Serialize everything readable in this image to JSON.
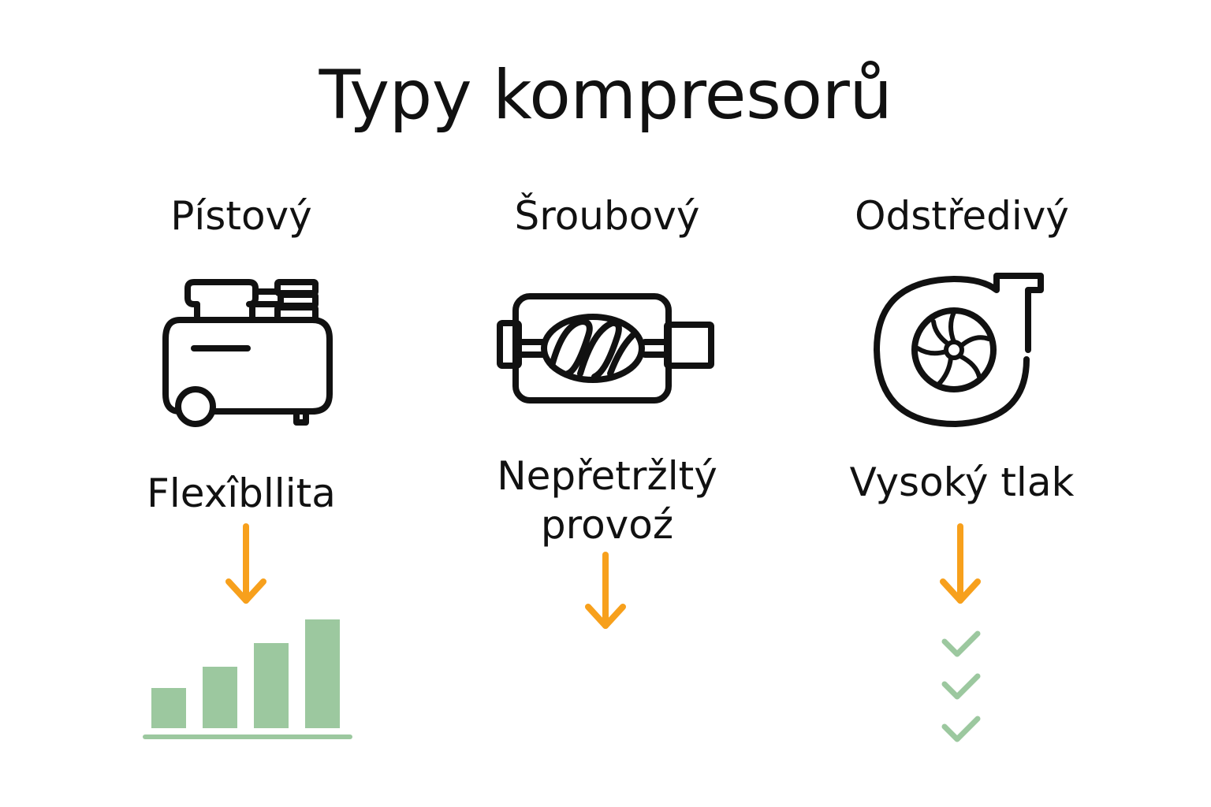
{
  "title": "Typy kompresorů",
  "colors": {
    "text": "#111111",
    "arrow": "#f7a01c",
    "green": "#9cc89f"
  },
  "columns": [
    {
      "heading": "Pístový",
      "icon": "piston-compressor-icon",
      "feature": "Flexîbllita",
      "indicator": "bar-chart-icon"
    },
    {
      "heading": "Šroubový",
      "icon": "screw-compressor-icon",
      "feature_line1": "Nepřetržltý",
      "feature_line2": "provoź",
      "indicator": "none"
    },
    {
      "heading": "Odstředivý",
      "icon": "centrifugal-compressor-icon",
      "feature": "Vysoký tlak",
      "indicator": "checkmarks-icon"
    }
  ],
  "chart_data": {
    "type": "bar",
    "categories": [
      "",
      "",
      "",
      ""
    ],
    "values": [
      1.7,
      2.6,
      3.6,
      4.6
    ],
    "ylim": [
      0,
      5
    ],
    "grid": false,
    "title": "",
    "xlabel": "",
    "ylabel": ""
  },
  "check_count": 3
}
